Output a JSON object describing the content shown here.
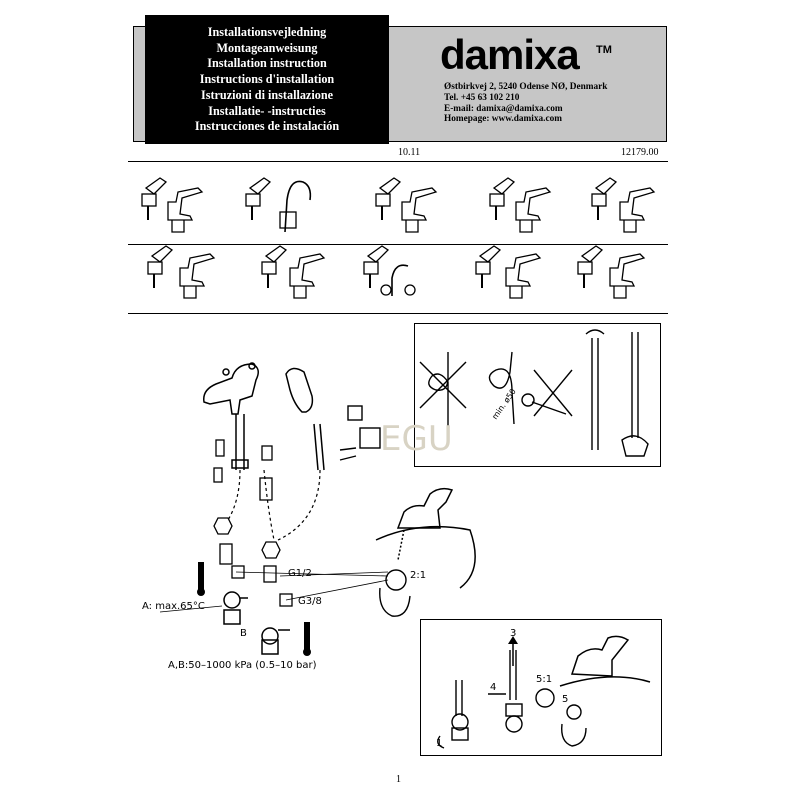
{
  "header": {
    "title_lines": [
      "Installationsvejledning",
      "Montageanweisung",
      "Installation instruction",
      "Instructions d'installation",
      "Istruzioni di installazione",
      "Installatie- -instructies",
      "Instrucciones de instalación"
    ],
    "brand": "damixa",
    "brand_mark": "TM",
    "address_lines": [
      "Østbirkvej 2, 5240 Odense NØ, Denmark",
      "Tel. +45 63 102 210",
      "E-mail: damixa@damixa.com",
      "Homepage: www.damixa.com"
    ],
    "version": "10.11",
    "doc_number": "12179.00"
  },
  "diagram": {
    "min_label": "min. ø50",
    "thread_g12": "G1/2",
    "thread_g38": "G3/8",
    "ratio_2_1": "2:1",
    "temp_label": "A:  max.65°C",
    "label_b": "B",
    "pressure_label": "A,B:50–1000 kPa (0.5–10 bar)",
    "step_1": "1",
    "step_3": "3",
    "step_4": "4",
    "step_5": "5",
    "ratio_5_1": "5:1",
    "watermark": "EGU"
  },
  "footer": {
    "page_number": "1"
  }
}
